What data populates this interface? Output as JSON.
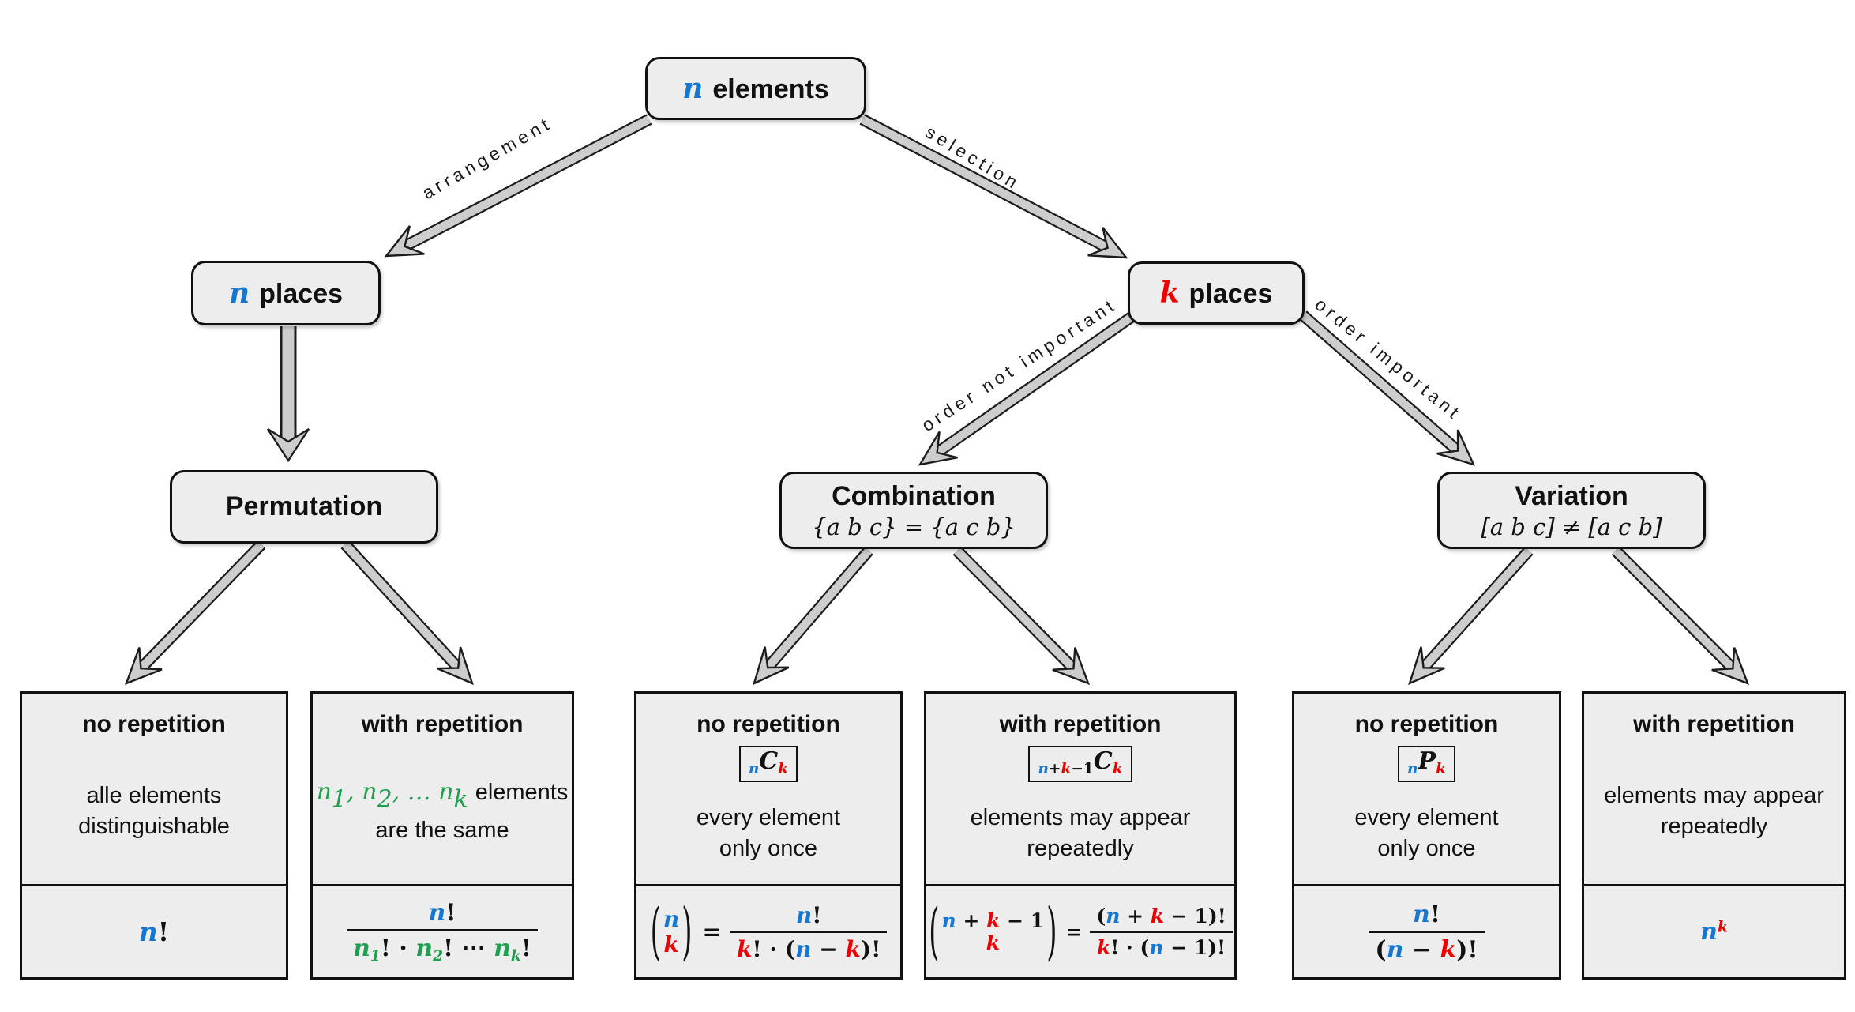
{
  "palette": {
    "blue": "#1477d2",
    "red": "#ee0000",
    "green": "#1fa04e",
    "box_fill": "#ededed",
    "arrow_fill": "#cdcdcd",
    "border": "#111111"
  },
  "edge_labels": {
    "arrangement": "arrangement",
    "selection": "selection",
    "order_not_important": "order not important",
    "order_important": "order important"
  },
  "nodes": {
    "root": {
      "sym": "n",
      "label": "elements"
    },
    "n_places": {
      "sym": "n",
      "label": "places"
    },
    "k_places": {
      "sym": "k",
      "label": "places"
    },
    "permutation": {
      "title": "Permutation"
    },
    "combination": {
      "title": "Combination",
      "subtitle": "{a b c} = {a c b}"
    },
    "variation": {
      "title": "Variation",
      "subtitle": "[a b c] ≠ [a c b]"
    }
  },
  "leaves": [
    {
      "title": "no repetition",
      "desc1": "alle elements",
      "desc2": "distinguishable",
      "formula": {
        "n": "n",
        "bang": "!"
      }
    },
    {
      "title": "with repetition",
      "desc_math": {
        "n1": "n",
        "s1": "1",
        "c1": ", ",
        "n2": "n",
        "s2": "2",
        "c2": ", … ",
        "nk": "n",
        "sk": "k"
      },
      "desc_tail": "elements",
      "desc2": "are the same",
      "formula": {
        "num_n": "n",
        "num_bang": "!",
        "den": {
          "n1": "n",
          "s1": "1",
          "b1": "!",
          "dot": " · ",
          "n2": "n",
          "s2": "2",
          "b2": "!",
          "cd": " ⋯ ",
          "nk": "n",
          "sk": "k",
          "bk": "!"
        }
      }
    },
    {
      "title": "no repetition",
      "badge": {
        "pre": "n",
        "op": "C",
        "post": "k"
      },
      "desc1": "every element",
      "desc2": "only once",
      "formula": {
        "lp": "(",
        "rp": ")",
        "top": "n",
        "bot": "k",
        "eq": "=",
        "num_n": "n",
        "num_bang": "!",
        "den": {
          "k": "k",
          "m1": "! · (",
          "n": "n",
          "m2": " − ",
          "k2": "k",
          "m3": ")!"
        }
      }
    },
    {
      "title": "with repetition",
      "badge": {
        "pre_n": "n",
        "pre_p": "+",
        "pre_k": "k",
        "pre_m": "−1",
        "op": "C",
        "post": "k"
      },
      "desc1": "elements may appear",
      "desc2": "repeatedly",
      "formula": {
        "lp": "(",
        "rp": ")",
        "eq": "=",
        "top": {
          "n": "n",
          "p": " + ",
          "k": "k",
          "m": " − ",
          "one": "1"
        },
        "bot": "k",
        "num": {
          "o": "(",
          "n": "n",
          "p": " + ",
          "k": "k",
          "m": " − ",
          "one": "1",
          "c": ")!"
        },
        "den": {
          "k": "k",
          "m1": "! · (",
          "n": "n",
          "m2": " − ",
          "one": "1",
          "m3": ")!"
        }
      }
    },
    {
      "title": "no repetition",
      "badge": {
        "pre": "n",
        "op": "P",
        "post": "k"
      },
      "desc1": "every element",
      "desc2": "only once",
      "formula": {
        "num_n": "n",
        "num_bang": "!",
        "den": {
          "o": "(",
          "n": "n",
          "m": " − ",
          "k": "k",
          "c": ")!"
        }
      }
    },
    {
      "title": "with repetition",
      "desc1": "elements may appear",
      "desc2": "repeatedly",
      "formula": {
        "base": "n",
        "sup": "k"
      }
    }
  ]
}
